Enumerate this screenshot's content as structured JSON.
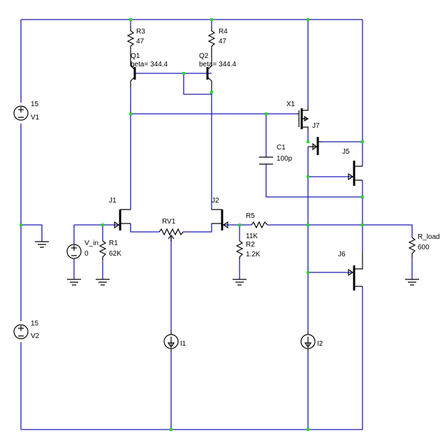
{
  "colors": {
    "wire": "#1a1ab8",
    "component": "#000000",
    "node": "#22dd22",
    "background": "#ffffff"
  },
  "components": {
    "R3": {
      "ref": "R3",
      "value": "47"
    },
    "R4": {
      "ref": "R4",
      "value": "47"
    },
    "Q1": {
      "ref": "Q1",
      "param": "beta= 344.4"
    },
    "Q2": {
      "ref": "Q2",
      "param": "beta= 344.4"
    },
    "V1": {
      "ref": "V1",
      "value": "15"
    },
    "V2": {
      "ref": "V2",
      "value": "15"
    },
    "X1": {
      "ref": "X1"
    },
    "J7": {
      "ref": "J7"
    },
    "C1": {
      "ref": "C1",
      "value": "100p"
    },
    "J5": {
      "ref": "J5"
    },
    "J1": {
      "ref": "J1"
    },
    "J2": {
      "ref": "J2"
    },
    "RV1": {
      "ref": "RV1"
    },
    "R5": {
      "ref": "R5",
      "value": "11K"
    },
    "V_in": {
      "ref": "V_in",
      "value": "0"
    },
    "R1": {
      "ref": "R1",
      "value": "62K"
    },
    "R2": {
      "ref": "R2",
      "value": "1.2K"
    },
    "R_load": {
      "ref": "R_load",
      "value": "600"
    },
    "J6": {
      "ref": "J6"
    },
    "I1": {
      "ref": "I1"
    },
    "I2": {
      "ref": "I2"
    }
  }
}
